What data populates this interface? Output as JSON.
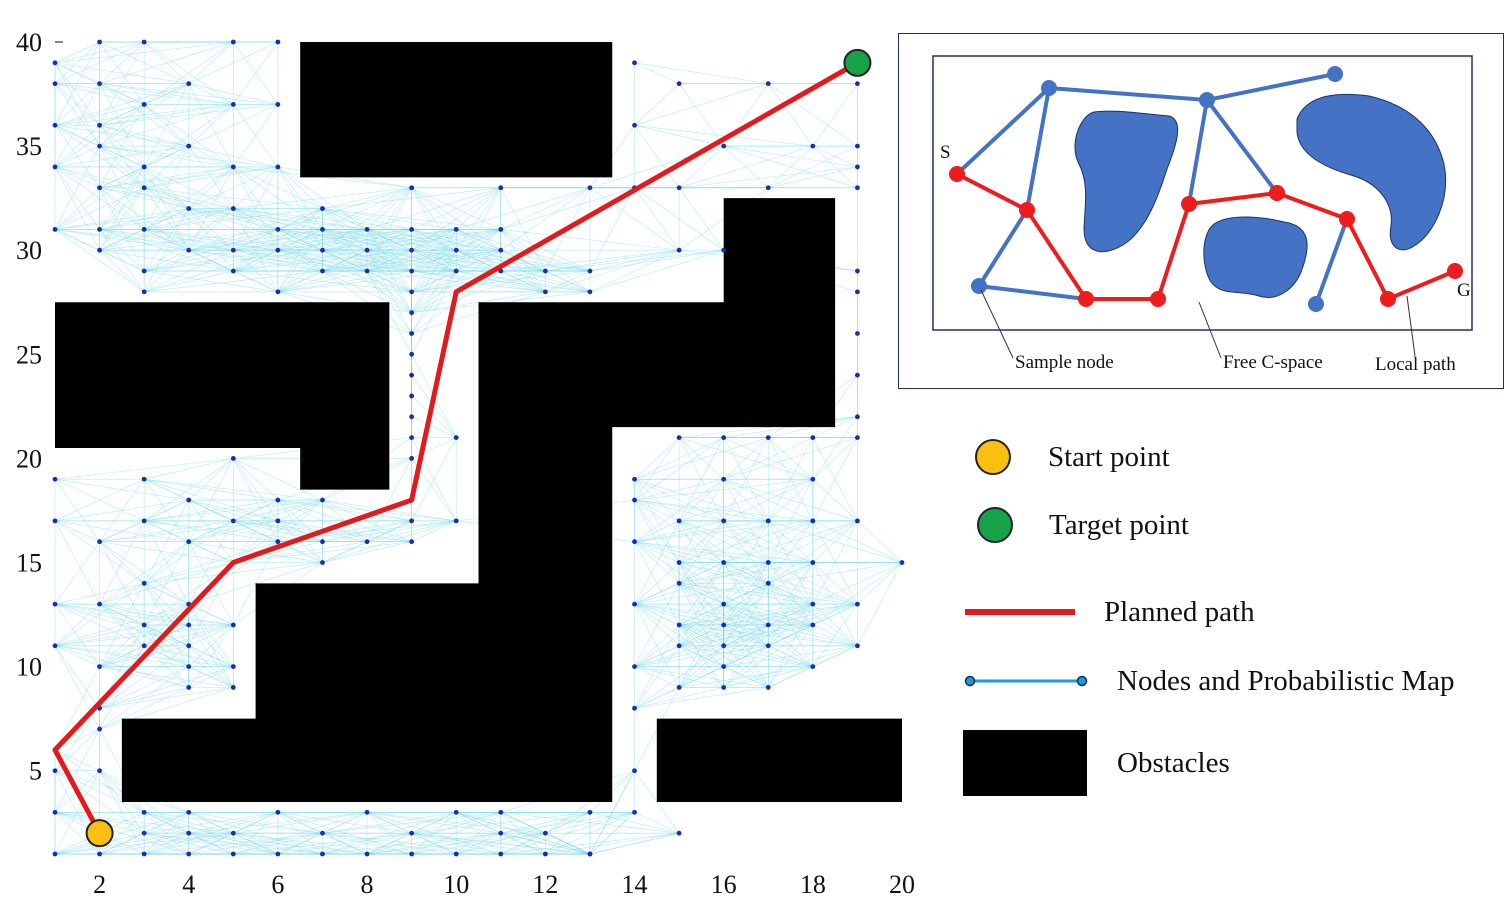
{
  "colors": {
    "path": "#e31a1c",
    "start": "#fbbf10",
    "target": "#16a34a",
    "node": "#1a2bb5",
    "edge": "#6fd8e8",
    "obstacle": "#000000",
    "inset_blue": "#4472c4",
    "inset_red": "#ee1c1c",
    "legend_line": "#1e9ad6"
  },
  "chart_data": {
    "type": "scatter",
    "xlim": [
      1,
      20
    ],
    "ylim": [
      1,
      40
    ],
    "x_ticks": [
      "2",
      "4",
      "6",
      "8",
      "10",
      "12",
      "14",
      "16",
      "18",
      "20"
    ],
    "y_ticks": [
      "5",
      "10",
      "15",
      "20",
      "25",
      "30",
      "35",
      "40"
    ],
    "start": [
      2,
      2
    ],
    "target": [
      19,
      39
    ],
    "planned_path": [
      [
        2,
        2
      ],
      [
        1,
        6
      ],
      [
        5,
        15
      ],
      [
        9,
        18
      ],
      [
        10,
        28
      ],
      [
        19,
        39
      ]
    ],
    "obstacles": [
      [
        [
          6.5,
          33.5
        ],
        [
          13.5,
          33.5
        ],
        [
          13.5,
          40
        ],
        [
          6.5,
          40
        ]
      ],
      [
        [
          1,
          20.5
        ],
        [
          6.5,
          20.5
        ],
        [
          6.5,
          18.5
        ],
        [
          8.5,
          18.5
        ],
        [
          8.5,
          27.5
        ],
        [
          1,
          27.5
        ]
      ],
      [
        [
          2.5,
          3.5
        ],
        [
          13.5,
          3.5
        ],
        [
          13.5,
          21.5
        ],
        [
          18.5,
          21.5
        ],
        [
          18.5,
          32.5
        ],
        [
          16,
          32.5
        ],
        [
          16,
          27.5
        ],
        [
          10.5,
          27.5
        ],
        [
          10.5,
          14
        ],
        [
          5.5,
          14
        ],
        [
          5.5,
          7.5
        ],
        [
          2.5,
          7.5
        ]
      ],
      [
        [
          14.5,
          3.5
        ],
        [
          20,
          3.5
        ],
        [
          20,
          7.5
        ],
        [
          14.5,
          7.5
        ]
      ]
    ],
    "sample_nodes": [
      [
        1,
        39
      ],
      [
        2,
        40
      ],
      [
        3,
        40
      ],
      [
        5,
        40
      ],
      [
        6,
        40
      ],
      [
        1,
        38
      ],
      [
        2,
        38
      ],
      [
        4,
        38
      ],
      [
        5,
        37
      ],
      [
        6,
        37
      ],
      [
        3,
        37
      ],
      [
        2,
        36
      ],
      [
        1,
        36
      ],
      [
        2,
        35
      ],
      [
        4,
        35
      ],
      [
        1,
        34
      ],
      [
        3,
        34
      ],
      [
        5,
        34
      ],
      [
        6,
        34
      ],
      [
        2,
        33
      ],
      [
        3,
        33
      ],
      [
        4,
        32
      ],
      [
        5,
        32
      ],
      [
        7,
        32
      ],
      [
        9,
        33
      ],
      [
        11,
        33
      ],
      [
        13,
        33
      ],
      [
        1,
        31
      ],
      [
        2,
        31
      ],
      [
        3,
        31
      ],
      [
        6,
        31
      ],
      [
        7,
        31
      ],
      [
        8,
        31
      ],
      [
        9,
        31
      ],
      [
        10,
        31
      ],
      [
        11,
        31
      ],
      [
        2,
        30
      ],
      [
        4,
        30
      ],
      [
        5,
        30
      ],
      [
        6,
        30
      ],
      [
        7,
        30
      ],
      [
        8,
        30
      ],
      [
        9,
        30
      ],
      [
        10,
        30
      ],
      [
        11,
        30
      ],
      [
        3,
        29
      ],
      [
        5,
        29
      ],
      [
        7,
        29
      ],
      [
        8,
        29
      ],
      [
        9,
        29
      ],
      [
        10,
        29
      ],
      [
        11,
        29
      ],
      [
        12,
        29
      ],
      [
        13,
        29
      ],
      [
        3,
        28
      ],
      [
        6,
        28
      ],
      [
        9,
        28
      ],
      [
        12,
        28
      ],
      [
        13,
        28
      ],
      [
        14,
        39
      ],
      [
        15,
        38
      ],
      [
        17,
        38
      ],
      [
        19,
        38
      ],
      [
        14,
        36
      ],
      [
        16,
        35
      ],
      [
        18,
        35
      ],
      [
        19,
        35
      ],
      [
        19,
        34
      ],
      [
        14,
        33
      ],
      [
        15,
        33
      ],
      [
        17,
        33
      ],
      [
        19,
        33
      ],
      [
        15,
        30
      ],
      [
        16,
        30
      ],
      [
        19,
        29
      ],
      [
        9,
        27
      ],
      [
        9,
        26
      ],
      [
        9,
        25
      ],
      [
        9,
        24
      ],
      [
        9,
        23
      ],
      [
        9,
        22
      ],
      [
        9,
        21
      ],
      [
        10,
        21
      ],
      [
        9,
        20
      ],
      [
        10,
        17
      ],
      [
        19,
        28
      ],
      [
        19,
        26
      ],
      [
        19,
        24
      ],
      [
        19,
        22
      ],
      [
        1,
        19
      ],
      [
        3,
        19
      ],
      [
        5,
        20
      ],
      [
        4,
        18
      ],
      [
        6,
        18
      ],
      [
        7,
        18
      ],
      [
        1,
        17
      ],
      [
        3,
        17
      ],
      [
        5,
        17
      ],
      [
        6,
        17
      ],
      [
        7,
        16
      ],
      [
        9,
        17
      ],
      [
        8,
        16
      ],
      [
        9,
        16
      ],
      [
        2,
        16
      ],
      [
        4,
        16
      ],
      [
        6,
        16
      ],
      [
        5,
        15
      ],
      [
        7,
        15
      ],
      [
        3,
        14
      ],
      [
        1,
        13
      ],
      [
        2,
        13
      ],
      [
        4,
        13
      ],
      [
        3,
        12
      ],
      [
        4,
        12
      ],
      [
        5,
        12
      ],
      [
        1,
        11
      ],
      [
        3,
        11
      ],
      [
        4,
        11
      ],
      [
        2,
        10
      ],
      [
        4,
        10
      ],
      [
        5,
        10
      ],
      [
        4,
        9
      ],
      [
        5,
        9
      ],
      [
        2,
        8
      ],
      [
        2,
        7
      ],
      [
        1,
        6
      ],
      [
        1,
        5
      ],
      [
        2,
        5
      ],
      [
        15,
        21
      ],
      [
        16,
        21
      ],
      [
        17,
        21
      ],
      [
        18,
        21
      ],
      [
        19,
        21
      ],
      [
        14,
        19
      ],
      [
        16,
        19
      ],
      [
        18,
        19
      ],
      [
        14,
        18
      ],
      [
        15,
        17
      ],
      [
        16,
        17
      ],
      [
        17,
        17
      ],
      [
        18,
        17
      ],
      [
        19,
        17
      ],
      [
        14,
        16
      ],
      [
        15,
        15
      ],
      [
        16,
        15
      ],
      [
        17,
        15
      ],
      [
        18,
        15
      ],
      [
        20,
        15
      ],
      [
        15,
        14
      ],
      [
        17,
        14
      ],
      [
        14,
        13
      ],
      [
        16,
        13
      ],
      [
        18,
        13
      ],
      [
        19,
        13
      ],
      [
        15,
        12
      ],
      [
        16,
        12
      ],
      [
        17,
        12
      ],
      [
        18,
        12
      ],
      [
        15,
        11
      ],
      [
        16,
        11
      ],
      [
        17,
        11
      ],
      [
        19,
        11
      ],
      [
        14,
        10
      ],
      [
        16,
        10
      ],
      [
        18,
        10
      ],
      [
        15,
        9
      ],
      [
        16,
        9
      ],
      [
        17,
        9
      ],
      [
        14,
        8
      ],
      [
        14,
        5
      ],
      [
        14,
        3
      ],
      [
        13,
        3
      ],
      [
        13,
        1
      ],
      [
        1,
        3
      ],
      [
        3,
        3
      ],
      [
        4,
        3
      ],
      [
        6,
        3
      ],
      [
        8,
        3
      ],
      [
        10,
        3
      ],
      [
        11,
        3
      ],
      [
        3,
        2
      ],
      [
        4,
        2
      ],
      [
        5,
        2
      ],
      [
        7,
        2
      ],
      [
        9,
        2
      ],
      [
        11,
        2
      ],
      [
        12,
        2
      ],
      [
        15,
        2
      ],
      [
        1,
        1
      ],
      [
        2,
        1
      ],
      [
        3,
        1
      ],
      [
        4,
        1
      ],
      [
        5,
        1
      ],
      [
        6,
        1
      ],
      [
        7,
        1
      ],
      [
        8,
        1
      ],
      [
        9,
        1
      ],
      [
        10,
        1
      ],
      [
        11,
        1
      ],
      [
        12,
        1
      ],
      [
        13,
        1
      ]
    ]
  },
  "inset": {
    "label_s": "S",
    "label_g": "G",
    "sample_node_label": "Sample node",
    "free_cspace_label": "Free C-space",
    "local_path_label": "Local path"
  },
  "legend": {
    "start": "Start point",
    "target": "Target point",
    "path": "Planned path",
    "nodes": "Nodes and Probabilistic Map",
    "obstacles": "Obstacles"
  }
}
